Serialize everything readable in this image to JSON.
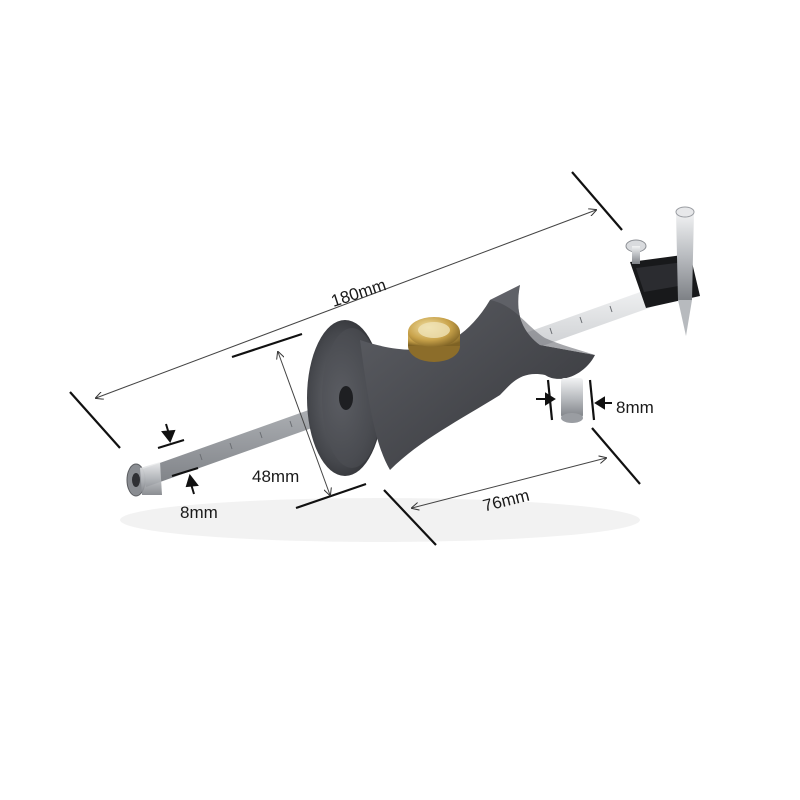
{
  "product": {
    "name_icon": "marking-gauge-tool-icon"
  },
  "dimensions": {
    "total_length": "180mm",
    "fence_diameter": "48mm",
    "fence_base_width": "76mm",
    "beam_diameter": "8mm",
    "pin_diameter": "8mm"
  },
  "colors": {
    "steel": "#c9ccd0",
    "body": "#4a4c52",
    "brass": "#c8a24a",
    "line": "#111111"
  }
}
